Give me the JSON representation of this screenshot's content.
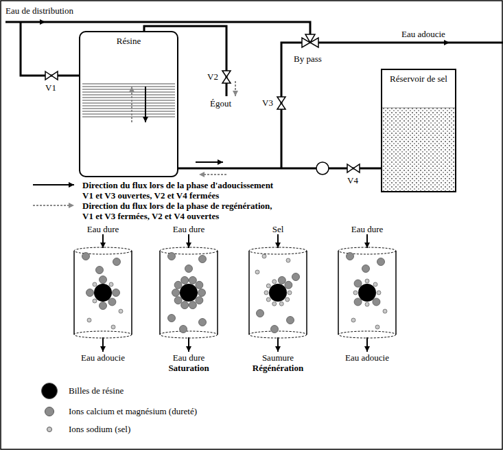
{
  "diagram": {
    "nodes": [
      {
        "text": [
          "Résine"
        ]
      },
      {
        "text": [
          "Réservoir de sel"
        ]
      },
      {
        "text": [
          "Eau dure",
          "Eau adoucie"
        ]
      },
      {
        "text": [
          "Eau dure",
          "Eau dure",
          "Saturation"
        ]
      },
      {
        "text": [
          "Sel",
          "Saumure",
          "Régénération"
        ]
      },
      {
        "text": [
          "Eau dure",
          "Eau adoucie"
        ]
      }
    ],
    "edges": [
      {
        "from": 1,
        "to": 0,
        "arrow": "none"
      }
    ],
    "labels": [
      "Eau de distribution",
      "Eau adoucie",
      "V1",
      "V2",
      "Égout",
      "V3",
      "By pass",
      "V4",
      "V1 et V3 ouvertes, V2 et V4 fermées",
      "V1 et V3 fermées, V2 et V4 ouvertes"
    ],
    "legend": [
      {
        "text": "Direction du flux lors de la phase d'adoucissement"
      },
      {
        "text": "Direction du flux lors de la phase de regénération,"
      },
      {
        "text": "Billes de résine",
        "color": "#000000"
      },
      {
        "text": "Ions calcium et magnésium (dureté)",
        "color": "#8c8c8c"
      },
      {
        "text": "Ions sodium (sel)",
        "color": "#c8c8c8"
      }
    ]
  }
}
